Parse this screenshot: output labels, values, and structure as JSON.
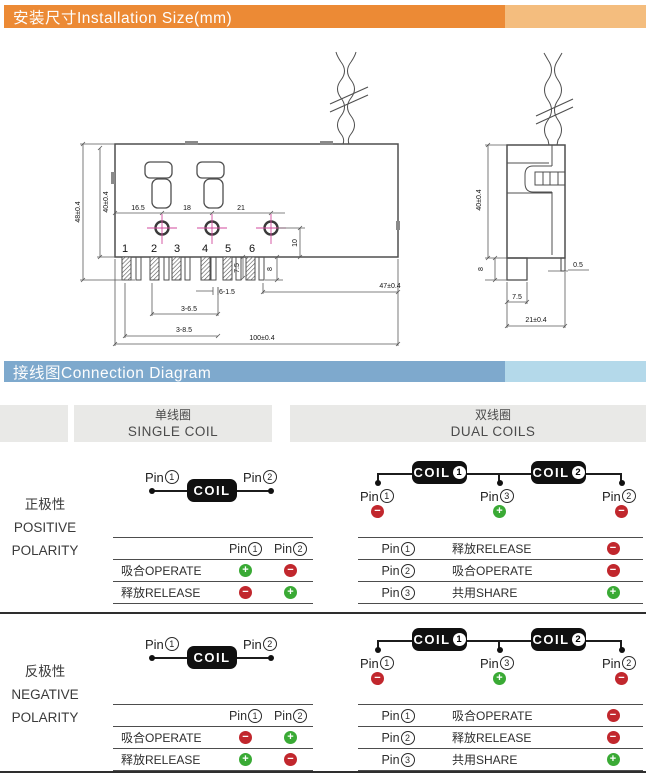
{
  "banner_install": {
    "text": "安装尺寸Installation Size(mm)"
  },
  "banner_connect": {
    "text": "接线图Connection Diagram"
  },
  "drawing": {
    "front": {
      "pins": [
        "1",
        "2",
        "3",
        "4",
        "5",
        "6"
      ],
      "dims": {
        "h48": "48±0.4",
        "h40": "40±0.4",
        "s165": "16.5",
        "s18": "18",
        "s21": "21",
        "v10": "10",
        "v8": "8",
        "v75": "7.5",
        "p615": "6-1.5",
        "p365": "3-6.5",
        "p385": "3-8.5",
        "w47": "47±0.4",
        "w100": "100±0.4"
      }
    },
    "side": {
      "dims": {
        "h40": "40±0.4",
        "v8": "8",
        "g05": "0.5",
        "w75": "7.5",
        "w21": "21±0.4"
      }
    }
  },
  "header": {
    "col1": {
      "cn": "单线圈",
      "en": "SINGLE COIL"
    },
    "col2": {
      "cn": "双线圈",
      "en": "DUAL COILS"
    }
  },
  "sections": [
    {
      "label": {
        "cn": "正极性",
        "en1": "POSITIVE",
        "en2": "POLARITY"
      },
      "single": {
        "pin_left": {
          "t": "Pin",
          "n": "1"
        },
        "pin_right": {
          "t": "Pin",
          "n": "2"
        },
        "coil": "COIL",
        "table": {
          "h1": {
            "t": "Pin",
            "n": "1"
          },
          "h2": {
            "t": "Pin",
            "n": "2"
          },
          "rows": [
            {
              "label": "吸合OPERATE",
              "s1": "+",
              "s2": "−"
            },
            {
              "label": "释放RELEASE",
              "s1": "−",
              "s2": "+"
            }
          ]
        }
      },
      "dual": {
        "coil1": {
          "t": "COIL",
          "n": "1"
        },
        "coil2": {
          "t": "COIL",
          "n": "2"
        },
        "pins": [
          {
            "t": "Pin",
            "n": "1",
            "sign": "−"
          },
          {
            "t": "Pin",
            "n": "3",
            "sign": "+"
          },
          {
            "t": "Pin",
            "n": "2",
            "sign": "−"
          }
        ],
        "rows": [
          {
            "pin": {
              "t": "Pin",
              "n": "1"
            },
            "label": "释放RELEASE",
            "sign": "−"
          },
          {
            "pin": {
              "t": "Pin",
              "n": "2"
            },
            "label": "吸合OPERATE",
            "sign": "−"
          },
          {
            "pin": {
              "t": "Pin",
              "n": "3"
            },
            "label": "共用SHARE",
            "sign": "+"
          }
        ]
      }
    },
    {
      "label": {
        "cn": "反极性",
        "en1": "NEGATIVE",
        "en2": "POLARITY"
      },
      "single": {
        "pin_left": {
          "t": "Pin",
          "n": "1"
        },
        "pin_right": {
          "t": "Pin",
          "n": "2"
        },
        "coil": "COIL",
        "table": {
          "h1": {
            "t": "Pin",
            "n": "1"
          },
          "h2": {
            "t": "Pin",
            "n": "2"
          },
          "rows": [
            {
              "label": "吸合OPERATE",
              "s1": "−",
              "s2": "+"
            },
            {
              "label": "释放RELEASE",
              "s1": "+",
              "s2": "−"
            }
          ]
        }
      },
      "dual": {
        "coil1": {
          "t": "COIL",
          "n": "1"
        },
        "coil2": {
          "t": "COIL",
          "n": "2"
        },
        "pins": [
          {
            "t": "Pin",
            "n": "1",
            "sign": "−"
          },
          {
            "t": "Pin",
            "n": "3",
            "sign": "+"
          },
          {
            "t": "Pin",
            "n": "2",
            "sign": "−"
          }
        ],
        "rows": [
          {
            "pin": {
              "t": "Pin",
              "n": "1"
            },
            "label": "吸合OPERATE",
            "sign": "−"
          },
          {
            "pin": {
              "t": "Pin",
              "n": "2"
            },
            "label": "释放RELEASE",
            "sign": "−"
          },
          {
            "pin": {
              "t": "Pin",
              "n": "3"
            },
            "label": "共用SHARE",
            "sign": "+"
          }
        ]
      }
    }
  ],
  "colors": {
    "plus": "#3aaa35",
    "minus": "#c1272d",
    "orange": "#ec8a35",
    "orange_light": "#f4bd7e",
    "blue": "#7ea9cd",
    "blue_light": "#b4d9ea",
    "header_gray": "#e9e9e7",
    "crosshair_pink": "#d04a9c"
  }
}
